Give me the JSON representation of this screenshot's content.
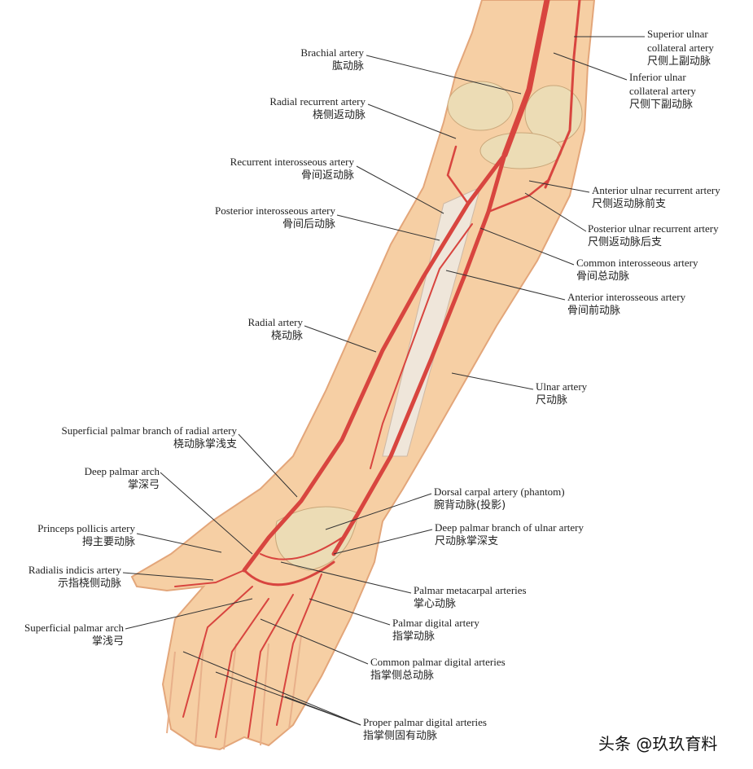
{
  "labels_left": [
    {
      "en": "Brachial artery",
      "zh": "肱动脉"
    },
    {
      "en": "Radial recurrent artery",
      "zh": "桡侧返动脉"
    },
    {
      "en": "Recurrent interosseous artery",
      "zh": "骨间返动脉"
    },
    {
      "en": "Posterior interosseous artery",
      "zh": "骨间后动脉"
    },
    {
      "en": "Radial artery",
      "zh": "桡动脉"
    },
    {
      "en": "Superficial palmar branch of radial artery",
      "zh": "桡动脉掌浅支"
    },
    {
      "en": "Deep palmar arch",
      "zh": "掌深弓"
    },
    {
      "en": "Princeps pollicis artery",
      "zh": "拇主要动脉"
    },
    {
      "en": "Radialis indicis  artery",
      "zh": "示指桡侧动脉"
    },
    {
      "en": "Superficial palmar arch",
      "zh": "掌浅弓"
    }
  ],
  "labels_right": [
    {
      "en1": "Superior ulnar",
      "en2": "collateral artery",
      "zh": "尺侧上副动脉"
    },
    {
      "en1": "Inferior ulnar",
      "en2": "collateral artery",
      "zh": "尺侧下副动脉"
    },
    {
      "en": "Anterior ulnar recurrent artery",
      "zh": "尺侧返动脉前支"
    },
    {
      "en": "Posterior ulnar recurrent artery",
      "zh": "尺侧返动脉后支"
    },
    {
      "en": "Common interosseous artery",
      "zh": "骨间总动脉"
    },
    {
      "en": "Anterior interosseous artery",
      "zh": "骨间前动脉"
    },
    {
      "en": "Ulnar artery",
      "zh": "尺动脉"
    },
    {
      "en": "Dorsal carpal artery (phantom)",
      "zh": "腕背动脉(投影)"
    },
    {
      "en": "Deep palmar branch of ulnar artery",
      "zh": "尺动脉掌深支"
    },
    {
      "en": "Palmar metacarpal arteries",
      "zh": "掌心动脉"
    },
    {
      "en": "Palmar digital artery",
      "zh": "指掌动脉"
    },
    {
      "en": "Common palmar digital arteries",
      "zh": "指掌侧总动脉"
    },
    {
      "en": "Proper palmar digital arteries",
      "zh": "指掌侧固有动脉"
    }
  ],
  "watermark": "头条 @玖玖育料",
  "colors": {
    "skin": "#f6cfa4",
    "skin_edge": "#e3a67a",
    "artery": "#d8453f",
    "bone": "#ecdcb5",
    "leader": "#333333"
  }
}
